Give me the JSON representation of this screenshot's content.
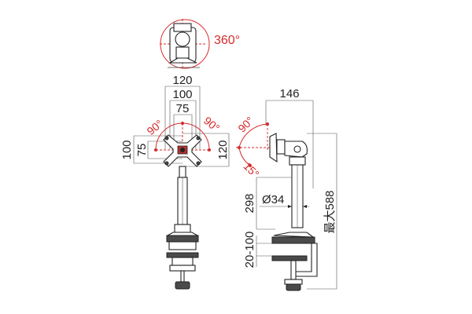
{
  "rotation": {
    "label": "360°"
  },
  "front_view": {
    "vesa_width_120": "120",
    "vesa_width_100": "100",
    "vesa_width_75": "75",
    "vesa_height_100": "100",
    "vesa_height_75": "75",
    "vesa_height_120": "120",
    "tilt_left": "90°",
    "tilt_right": "90°"
  },
  "side_view": {
    "arm_reach": "146",
    "tilt_up": "90°",
    "tilt_down": "15°",
    "pole_height": "298",
    "pole_diameter": "Ø34",
    "max_height": "最大588",
    "clamp_range": "20-100"
  },
  "colors": {
    "accent": "#d42a2a",
    "line": "#222222"
  }
}
